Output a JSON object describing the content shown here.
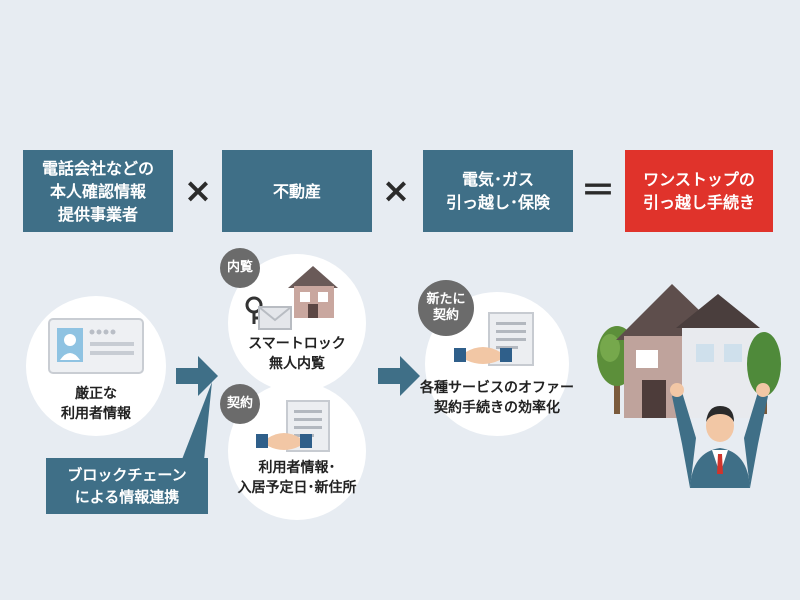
{
  "top_row": {
    "box1": "電話会社などの\n本人確認情報\n提供事業者",
    "op1": "×",
    "box2": "不動産",
    "op2": "×",
    "box3": "電気･ガス\n引っ越し･保険",
    "op3": "＝",
    "box4": "ワンストップの\n引っ越し手続き"
  },
  "left_circle": {
    "label": "厳正な\n利用者情報"
  },
  "blockchain_callout": {
    "label": "ブロックチェーン\nによる情報連携"
  },
  "viewing_circle": {
    "tag": "内覧",
    "label": "スマートロック\n無人内覧"
  },
  "contract_circle": {
    "tag": "契約",
    "label": "利用者情報･\n入居予定日･新住所"
  },
  "services_circle": {
    "tag": "新たに\n契約",
    "label": "各種サービスのオファー\n契約手続きの効率化"
  },
  "colors": {
    "box": "#3f6f87",
    "highlight": "#e0332b",
    "background": "#e7ecf2",
    "tag": "#6b6b6b"
  },
  "icons": [
    "id-card-icon",
    "house-icon",
    "key-icon",
    "envelope-icon",
    "handshake-icon",
    "document-icon",
    "person-cheering-icon",
    "tree-icon"
  ]
}
